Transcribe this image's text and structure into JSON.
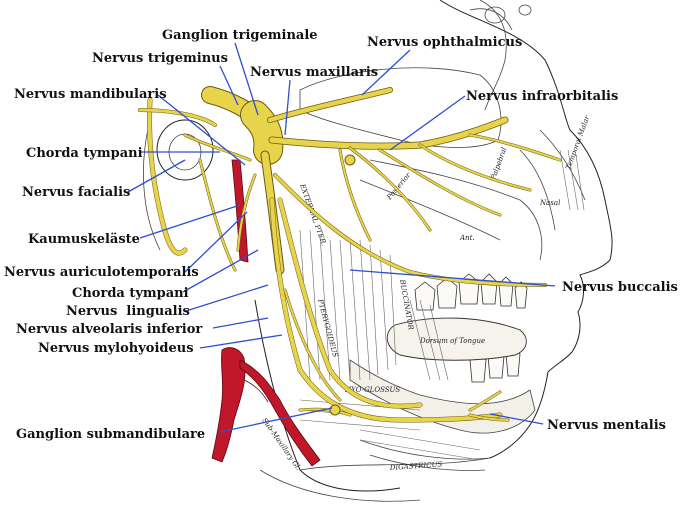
{
  "labels": {
    "ganglion_trigeminale": "Ganglion trigeminale",
    "nervus_trigeminus": "Nervus trigeminus",
    "nervus_maxillaris": "Nervus maxillaris",
    "nervus_ophthalmicus": "Nervus ophthalmicus",
    "nervus_mandibularis": "Nervus mandibularis",
    "nervus_infraorbitalis": "Nervus infraorbitalis",
    "chorda_tympani_top": "Chorda tympani",
    "nervus_facialis": "Nervus facialis",
    "kaumuskelaste": "Kaumuskeläste",
    "nervus_auriculotemporalis": "Nervus auriculotemporalis",
    "chorda_tympani_bottom": "Chorda tympani",
    "nervus_lingualis": "Nervus  lingualis",
    "nervus_alveolaris_inferior": "Nervus alveolaris inferior",
    "nervus_mylohyoideus": "Nervus mylohyoideus",
    "nervus_buccalis": "Nervus buccalis",
    "ganglion_submandibulare": "Ganglion submandibulare",
    "nervus_mentalis": "Nervus mentalis"
  },
  "engraved_text": {
    "dorsum_of_tongue": "Dorsum of Tongue",
    "digastricus": "DIGASTRICUS",
    "buccinator": "BUCCINATOR",
    "pterygoideus": "PTERYGOIDEUS",
    "hyoglossus": "HYO-GLOSSUS",
    "submax_gland": "Sub-Maxillary Gl.",
    "nasal": "Nasal",
    "palpebral": "Palpebral",
    "ant": "Ant.",
    "posterior": "Posterior",
    "temporal_malar": "Temporal Malar",
    "ext_pter": "EXTERNAL PTER."
  },
  "colors": {
    "nerve": "#e8d44a",
    "leader": "#2e4fcf",
    "artery": "#c0182a",
    "label": "#111111"
  }
}
